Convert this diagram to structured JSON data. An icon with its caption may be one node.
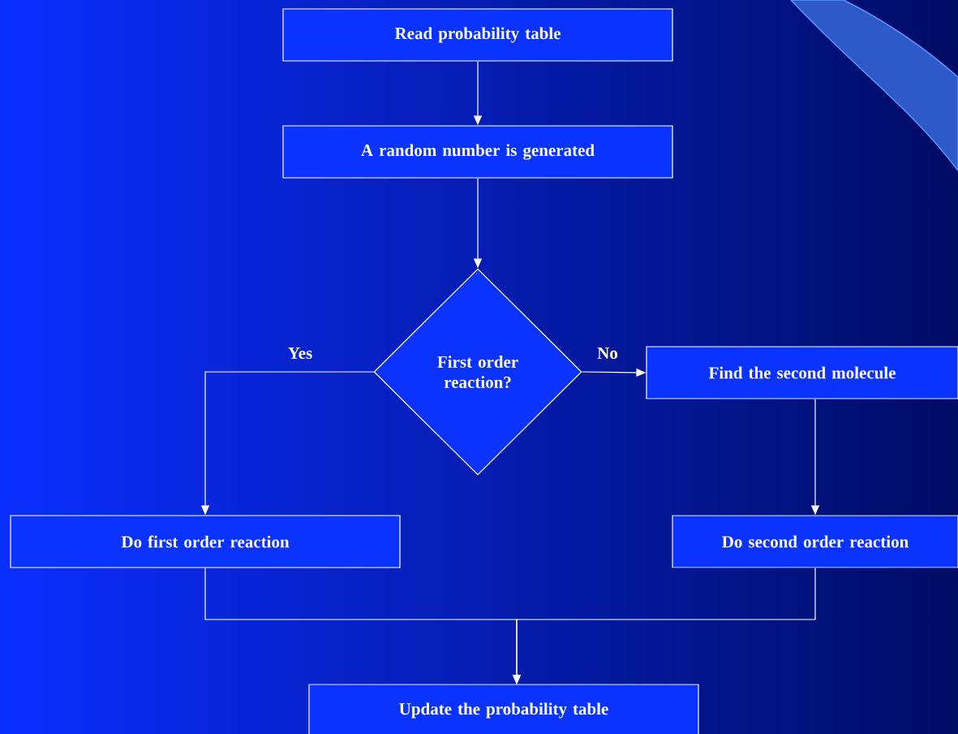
{
  "diagram": {
    "nodes": [
      {
        "text": [
          "Read probability table"
        ]
      },
      {
        "text": [
          "A random number is generated"
        ]
      },
      {
        "text": [
          "First order reaction?"
        ]
      },
      {
        "text": [
          "Find the second molecule"
        ]
      },
      {
        "text": [
          "Do first order reaction"
        ]
      },
      {
        "text": [
          "Do second order reaction"
        ]
      },
      {
        "text": [
          "Update the probability table"
        ]
      }
    ],
    "edges": [
      {
        "from": 0,
        "to": 1,
        "arrow": "to"
      },
      {
        "from": 1,
        "to": 2,
        "arrow": "to"
      },
      {
        "from": 2,
        "to": 4,
        "arrow": "to",
        "label": "Yes"
      },
      {
        "from": 2,
        "to": 3,
        "arrow": "to",
        "label": "No"
      },
      {
        "from": 3,
        "to": 5,
        "arrow": "to"
      },
      {
        "from": 4,
        "to": 6,
        "arrow": "to"
      },
      {
        "from": 5,
        "to": 6,
        "arrow": "to"
      }
    ]
  }
}
